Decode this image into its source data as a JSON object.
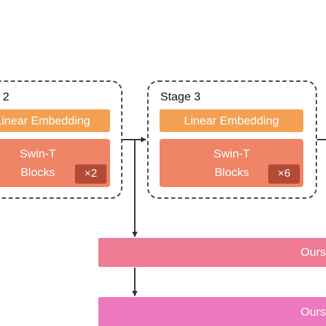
{
  "stages": [
    {
      "title": "2",
      "embedding_label": "Linear Embedding",
      "block_label_line1": "Swin-T",
      "block_label_line2": "Blocks",
      "multiplier": "×2"
    },
    {
      "title": "Stage 3",
      "embedding_label": "Linear Embedding",
      "block_label_line1": "Swin-T",
      "block_label_line2": "Blocks",
      "multiplier": "×6"
    }
  ],
  "ours_bars": [
    {
      "label": "Ours"
    },
    {
      "label": "Ours"
    }
  ],
  "colors": {
    "embedding": "#f4a052",
    "swin_block": "#ef8466",
    "multiplier_badge": "#b44a36",
    "ours_bar_1": "#ef7a93",
    "ours_bar_2": "#ec78c0",
    "border": "#444444"
  }
}
